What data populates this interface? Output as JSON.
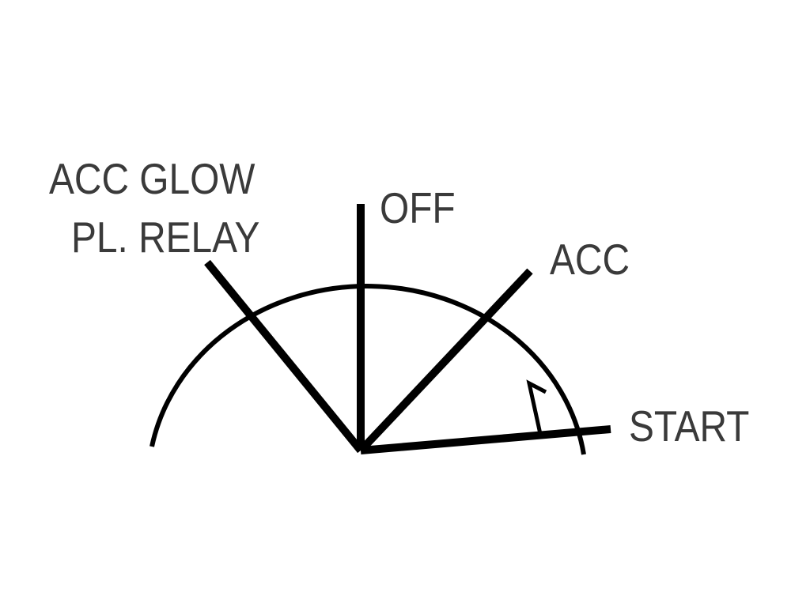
{
  "labels": {
    "acc_glow": "ACC GLOW",
    "pl_relay": "PL. RELAY",
    "off": "OFF",
    "acc": "ACC",
    "start": "START"
  },
  "colors": {
    "stroke": "#000000",
    "text": "#3a3a3a",
    "background": "#ffffff"
  }
}
